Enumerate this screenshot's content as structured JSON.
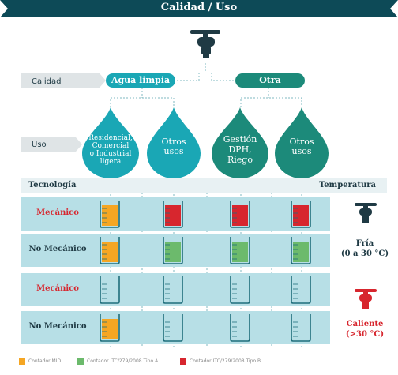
{
  "header": {
    "title": "Calidad / Uso"
  },
  "rows": {
    "calidad": "Calidad",
    "uso": "Uso",
    "tecnologia": "Tecnología",
    "temperatura": "Temperatura"
  },
  "calidad_options": [
    "Agua limpia",
    "Otra"
  ],
  "usos": [
    {
      "lines": [
        "Residencial,",
        "Comercial",
        "o Industrial",
        "ligera"
      ]
    },
    {
      "lines": [
        "Otros",
        "usos"
      ]
    },
    {
      "lines": [
        "Gestión",
        "DPH,",
        "Riego"
      ]
    },
    {
      "lines": [
        "Otros",
        "usos"
      ]
    }
  ],
  "bands": [
    {
      "label": "Mecánico",
      "label_color": "#d7262e",
      "fills": [
        "orange",
        "red",
        "red",
        "red"
      ]
    },
    {
      "label": "No Mecánico",
      "label_color": "#1f3a44",
      "fills": [
        "orange",
        "green",
        "green",
        "green"
      ]
    },
    {
      "label": "Mecánico",
      "label_color": "#d7262e",
      "fills": [
        "none",
        "none",
        "none",
        "none"
      ]
    },
    {
      "label": "No Mecánico",
      "label_color": "#1f3a44",
      "fills": [
        "orange",
        "none",
        "none",
        "none"
      ]
    }
  ],
  "temperatures": [
    {
      "name": "Fría",
      "range": "(0 a 30 °C)",
      "color": "#1f3a44",
      "tap": "dark-tap-icon"
    },
    {
      "name": "Caliente",
      "range": "(>30 °C)",
      "color": "#d7262e",
      "tap": "red-tap-icon"
    }
  ],
  "legend": [
    {
      "label": "Contador MID",
      "color": "#f5a623"
    },
    {
      "label": "Contador ITC/279/2008 Tipo A",
      "color": "#6cba6c"
    },
    {
      "label": "Contador ITC/279/2008 Tipo B",
      "color": "#d7262e"
    }
  ],
  "colors": {
    "teal": "#1aa7b5",
    "dark": "#0d4a57",
    "green_dark": "#1c8a7a",
    "band": "#b7dfe6",
    "orange": "#f5a623",
    "green": "#6cba6c",
    "red": "#d7262e"
  }
}
